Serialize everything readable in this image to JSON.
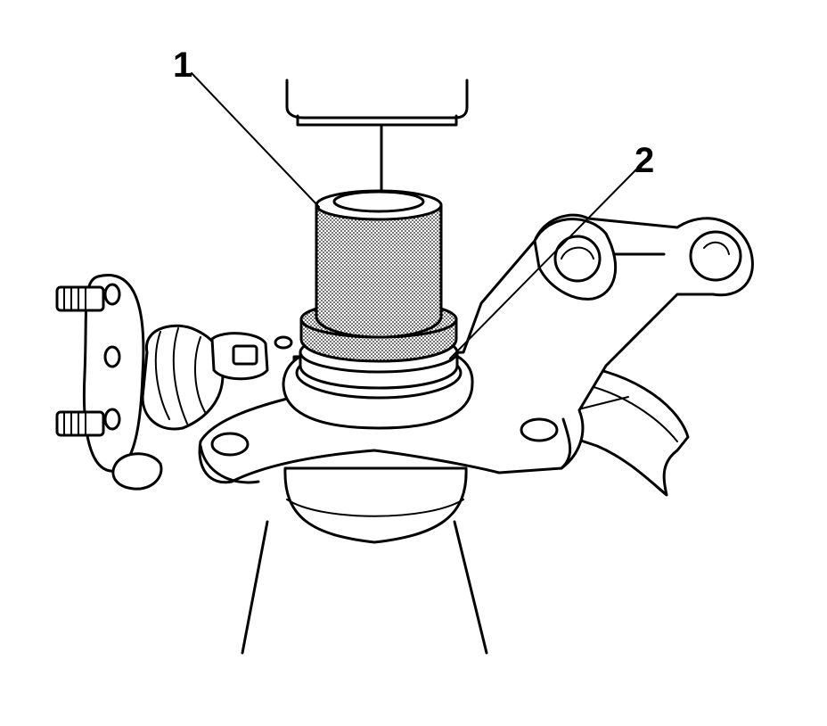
{
  "callouts": [
    {
      "id": 1,
      "label": "1"
    },
    {
      "id": 2,
      "label": "2"
    }
  ],
  "colors": {
    "stroke": "#000000",
    "background": "#ffffff",
    "stipple": "#1a1a1a"
  }
}
